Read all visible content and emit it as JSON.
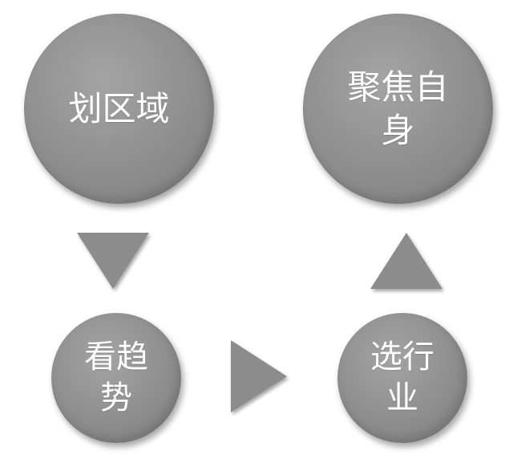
{
  "diagram": {
    "nodes": [
      {
        "id": "n1",
        "label": "划区域"
      },
      {
        "id": "n2",
        "label": "聚焦自身"
      },
      {
        "id": "n3",
        "label": "看趋势"
      },
      {
        "id": "n4",
        "label": "选行业"
      }
    ],
    "edges": [
      {
        "from": "n1",
        "to": "n3"
      },
      {
        "from": "n3",
        "to": "n4"
      },
      {
        "from": "n4",
        "to": "n2"
      }
    ],
    "colors": {
      "node_fill": "#8e8e8e",
      "node_text": "#ffffff",
      "arrow_fill": "#8c8c8c"
    }
  }
}
